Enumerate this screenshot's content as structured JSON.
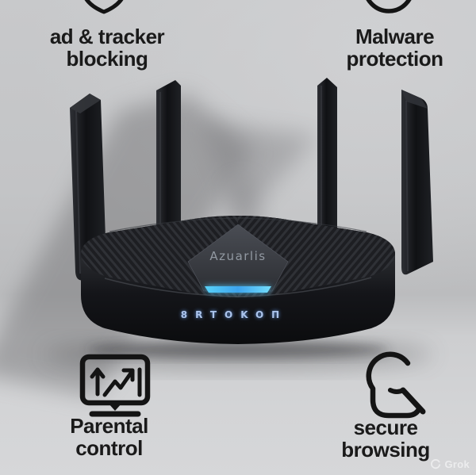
{
  "features": {
    "top_left": {
      "line1": "ad & tracker",
      "line2": "blocking",
      "icon": "shield-icon"
    },
    "top_right": {
      "line1": "Malware",
      "line2": "protection",
      "icon": "circle-badge-icon"
    },
    "bottom_left": {
      "line1": "Parental",
      "line2": "control",
      "icon": "activity-monitor-icon"
    },
    "bottom_right": {
      "line1": "secure",
      "line2": "browsing",
      "icon": "magnifier-browser-icon"
    }
  },
  "router": {
    "brand": "Azuarlis",
    "front_led_text": "8RTOKOП",
    "antenna_count": 4,
    "led_color": "#4fc8f5",
    "body_color": "#17181b",
    "front_text_glow_color": "#9cc4ff"
  },
  "colors": {
    "background": "#c6c7c9",
    "text": "#1a1a1a",
    "icon_stroke": "#141414"
  },
  "watermark": {
    "label": "Grok"
  }
}
